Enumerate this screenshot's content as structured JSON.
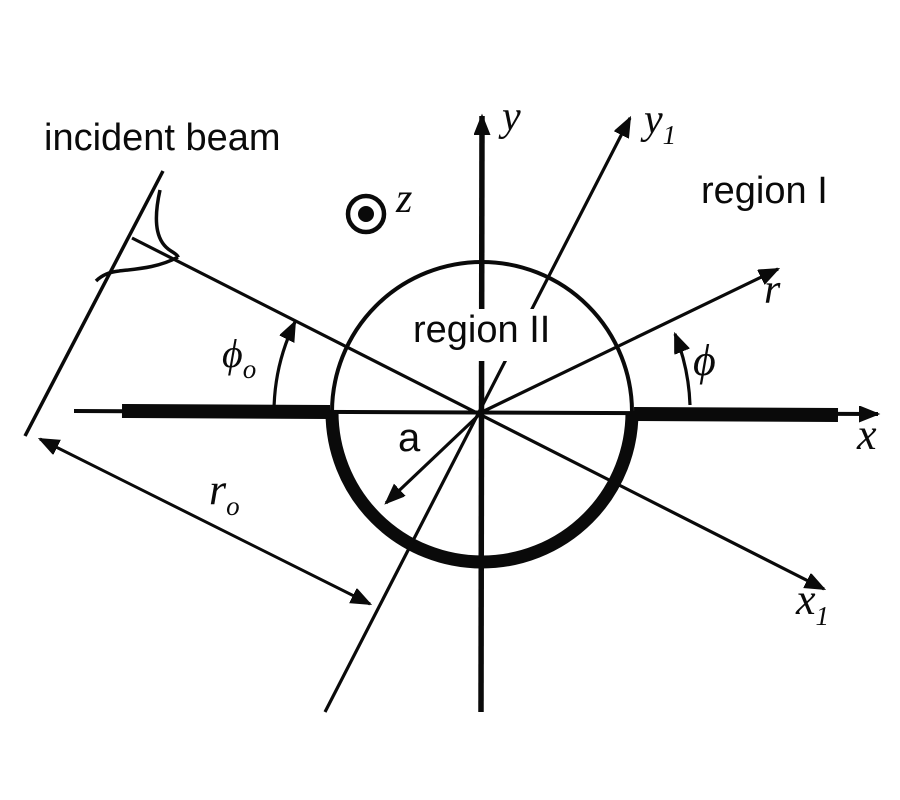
{
  "figure": {
    "colors": {
      "ink": "#0a0a0a",
      "background": "#ffffff"
    },
    "labels": {
      "incident_beam": "incident beam",
      "z_axis": "z",
      "y_axis": "y",
      "y1_axis": {
        "base": "y",
        "sub": "1"
      },
      "region_outer": "region I",
      "region_inner": "region II",
      "r_axis": "r",
      "phi": "ϕ",
      "phi0": {
        "base": "ϕ",
        "sub": "o"
      },
      "radius_a": "a",
      "r0": {
        "base": "r",
        "sub": "o"
      },
      "x_axis": "x",
      "x1_axis": {
        "base": "x",
        "sub": "1"
      }
    },
    "icons": {
      "z_out_of_page": "circle-dot-icon"
    }
  }
}
